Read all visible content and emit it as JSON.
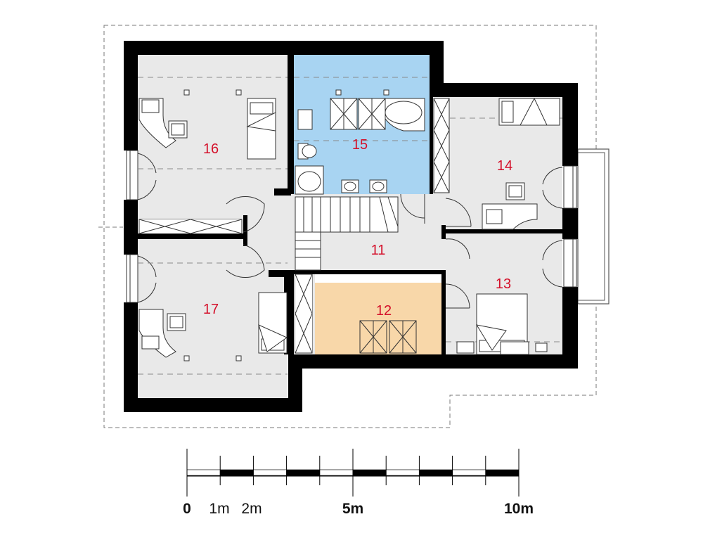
{
  "rooms": [
    {
      "id": "11",
      "label": "11",
      "fill": "#e9e9e9"
    },
    {
      "id": "12",
      "label": "12",
      "fill": "#f8d7a9"
    },
    {
      "id": "13",
      "label": "13",
      "fill": "#e9e9e9"
    },
    {
      "id": "14",
      "label": "14",
      "fill": "#e9e9e9"
    },
    {
      "id": "15",
      "label": "15",
      "fill": "#a8d4f2"
    },
    {
      "id": "16",
      "label": "16",
      "fill": "#e9e9e9"
    },
    {
      "id": "17",
      "label": "17",
      "fill": "#e9e9e9"
    }
  ],
  "scale_bar": {
    "labels": [
      "0",
      "1m",
      "2m",
      "5m",
      "10m"
    ],
    "max_meters": 10
  },
  "colors": {
    "wall": "#000000",
    "room_number": "#d4102a",
    "furniture": "#222222",
    "outline_dash": "#777777"
  }
}
